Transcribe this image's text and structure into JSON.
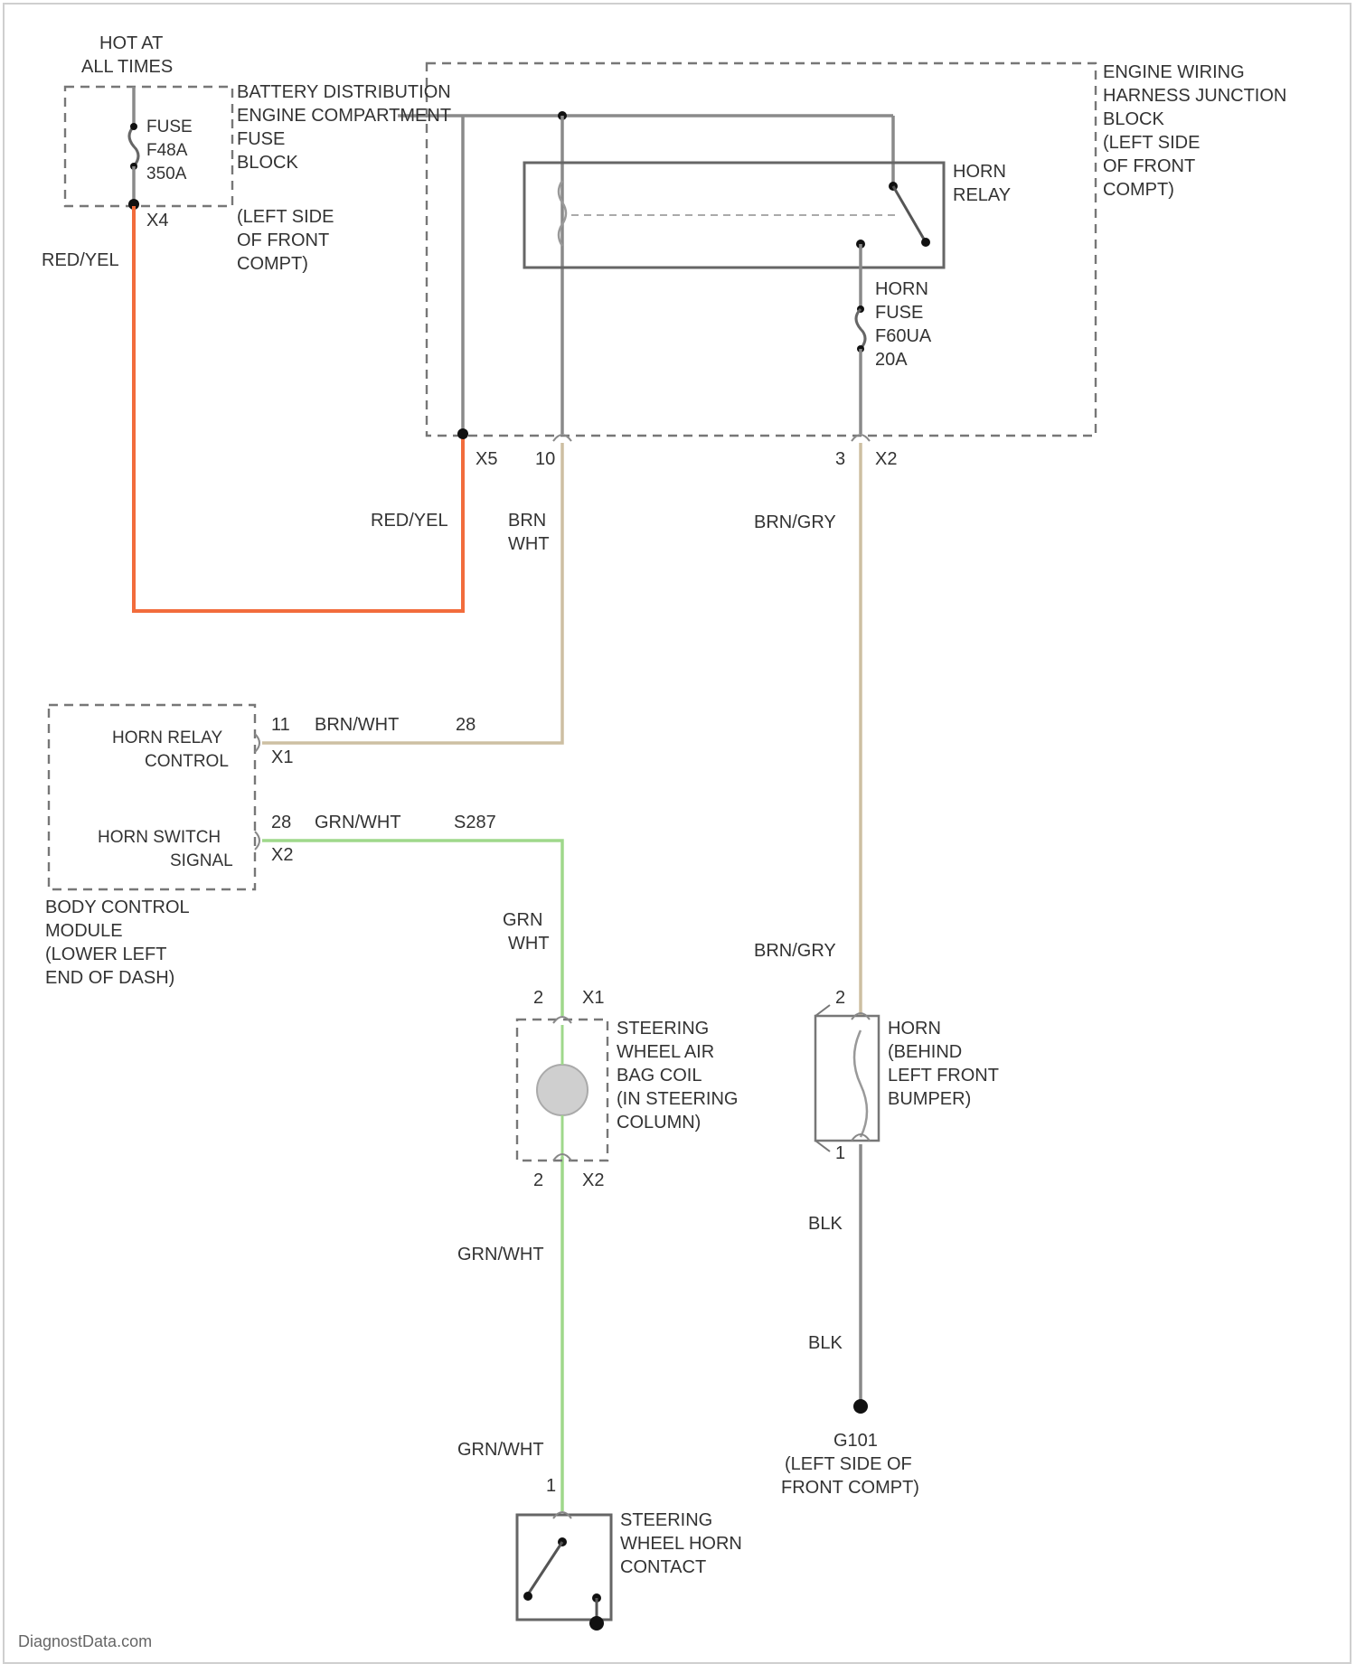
{
  "colors": {
    "red_yel_wire": "#f26c3c",
    "brn_wht_wire": "#cdbfa2",
    "brn_gry_wire": "#cdbfa2",
    "grn_wht_wire": "#9fd88b",
    "gray_wire": "#8a8a8a",
    "box_border": "#777777",
    "background": "#ffffff"
  },
  "labels": {
    "hot_at_line1": "HOT AT",
    "hot_at_line2": "ALL TIMES",
    "fuse_f48a_1": "FUSE",
    "fuse_f48a_2": "F48A",
    "fuse_f48a_3": "350A",
    "x4": "X4",
    "red_yel_1": "RED/YEL",
    "battery_dist_1": "BATTERY DISTRIBUTION",
    "battery_dist_2": "ENGINE COMPARTMENT",
    "battery_dist_3": "FUSE",
    "battery_dist_4": "BLOCK",
    "battery_loc_1": "(LEFT SIDE",
    "battery_loc_2": "OF FRONT",
    "battery_loc_3": "COMPT)",
    "jb_1": "ENGINE WIRING",
    "jb_2": "HARNESS JUNCTION",
    "jb_3": "BLOCK",
    "jb_4": "(LEFT SIDE",
    "jb_5": "OF FRONT",
    "jb_6": "COMPT)",
    "horn_relay_1": "HORN",
    "horn_relay_2": "RELAY",
    "horn_fuse_1": "HORN",
    "horn_fuse_2": "FUSE",
    "horn_fuse_3": "F60UA",
    "horn_fuse_4": "20A",
    "x5": "X5",
    "pin_10": "10",
    "pin_3": "3",
    "x2_top": "X2",
    "red_yel_2": "RED/YEL",
    "brn_1": "BRN",
    "wht_1": "WHT",
    "brn_gry_1": "BRN/GRY",
    "bcm_horn_relay_1": "HORN RELAY",
    "bcm_horn_relay_2": "CONTROL",
    "bcm_pin_11": "11",
    "bcm_brn_wht": "BRN/WHT",
    "bcm_28a": "28",
    "bcm_x1": "X1",
    "bcm_horn_switch_1": "HORN SWITCH",
    "bcm_horn_switch_2": "SIGNAL",
    "bcm_pin_28": "28",
    "bcm_grn_wht": "GRN/WHT",
    "splice": "S287",
    "bcm_x2": "X2",
    "bcm_1": "BODY CONTROL",
    "bcm_2": "MODULE",
    "bcm_3": "(LOWER LEFT",
    "bcm_4": "END OF DASH)",
    "grn_1": "GRN",
    "wht_2": "WHT",
    "brn_gry_2": "BRN/GRY",
    "coil_pin_2": "2",
    "coil_x1": "X1",
    "coil_1": "STEERING",
    "coil_2": "WHEEL AIR",
    "coil_3": "BAG COIL",
    "coil_4": "(IN STEERING",
    "coil_5": "COLUMN)",
    "coil_pin_2b": "2",
    "coil_x2": "X2",
    "horn_pin_2": "2",
    "horn_1": "HORN",
    "horn_2": "(BEHIND",
    "horn_3": "LEFT FRONT",
    "horn_4": "BUMPER)",
    "horn_pin_1": "1",
    "blk_1": "BLK",
    "blk_2": "BLK",
    "grn_wht_1": "GRN/WHT",
    "grn_wht_2": "GRN/WHT",
    "g101_1": "G101",
    "g101_2": "(LEFT SIDE OF",
    "g101_3": "FRONT COMPT)",
    "contact_pin_1": "1",
    "contact_1": "STEERING",
    "contact_2": "WHEEL HORN",
    "contact_3": "CONTACT",
    "watermark": "DiagnostData.com"
  }
}
